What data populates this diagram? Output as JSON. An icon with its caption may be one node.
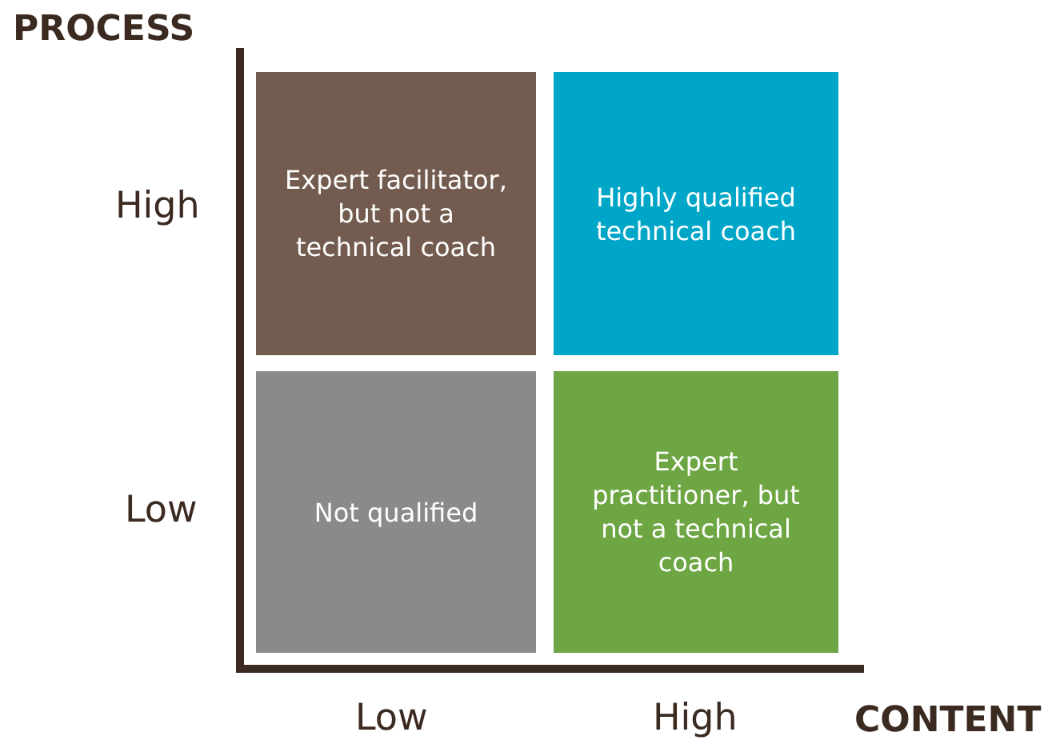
{
  "diagram": {
    "nodes": [
      {
        "text": [
          "Expert facilitator, but not a technical coach"
        ]
      },
      {
        "text": [
          "Highly qualified technical coach"
        ]
      },
      {
        "text": [
          "Not qualified"
        ]
      },
      {
        "text": [
          "Expert practitioner, but not a technical coach"
        ]
      }
    ],
    "edges": [],
    "labels": [
      "PROCESS",
      "High",
      "Low",
      "Low",
      "High",
      "CONTENT"
    ]
  }
}
